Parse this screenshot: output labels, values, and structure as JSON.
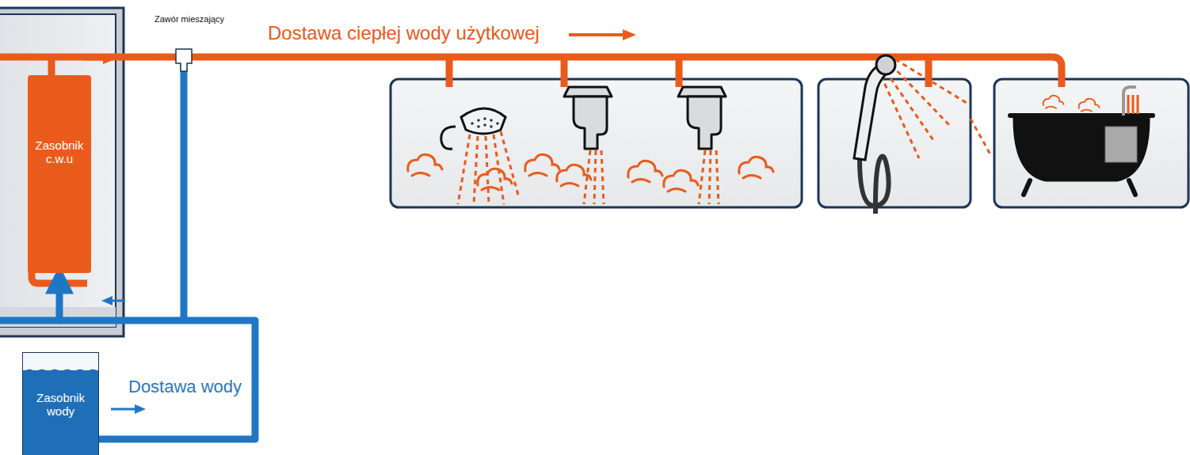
{
  "diagram": {
    "nodes": [
      {
        "text": [
          "Zasobnik c.w.u"
        ]
      },
      {
        "text": [
          "Zasobnik wody"
        ]
      }
    ],
    "edges": [
      {
        "from": 1,
        "to": 0,
        "arrow": "to",
        "label": "Dostawa wody"
      }
    ],
    "labels": [
      "Zawór mieszający",
      "Dostawa ciepłej wody użytkowej"
    ]
  }
}
